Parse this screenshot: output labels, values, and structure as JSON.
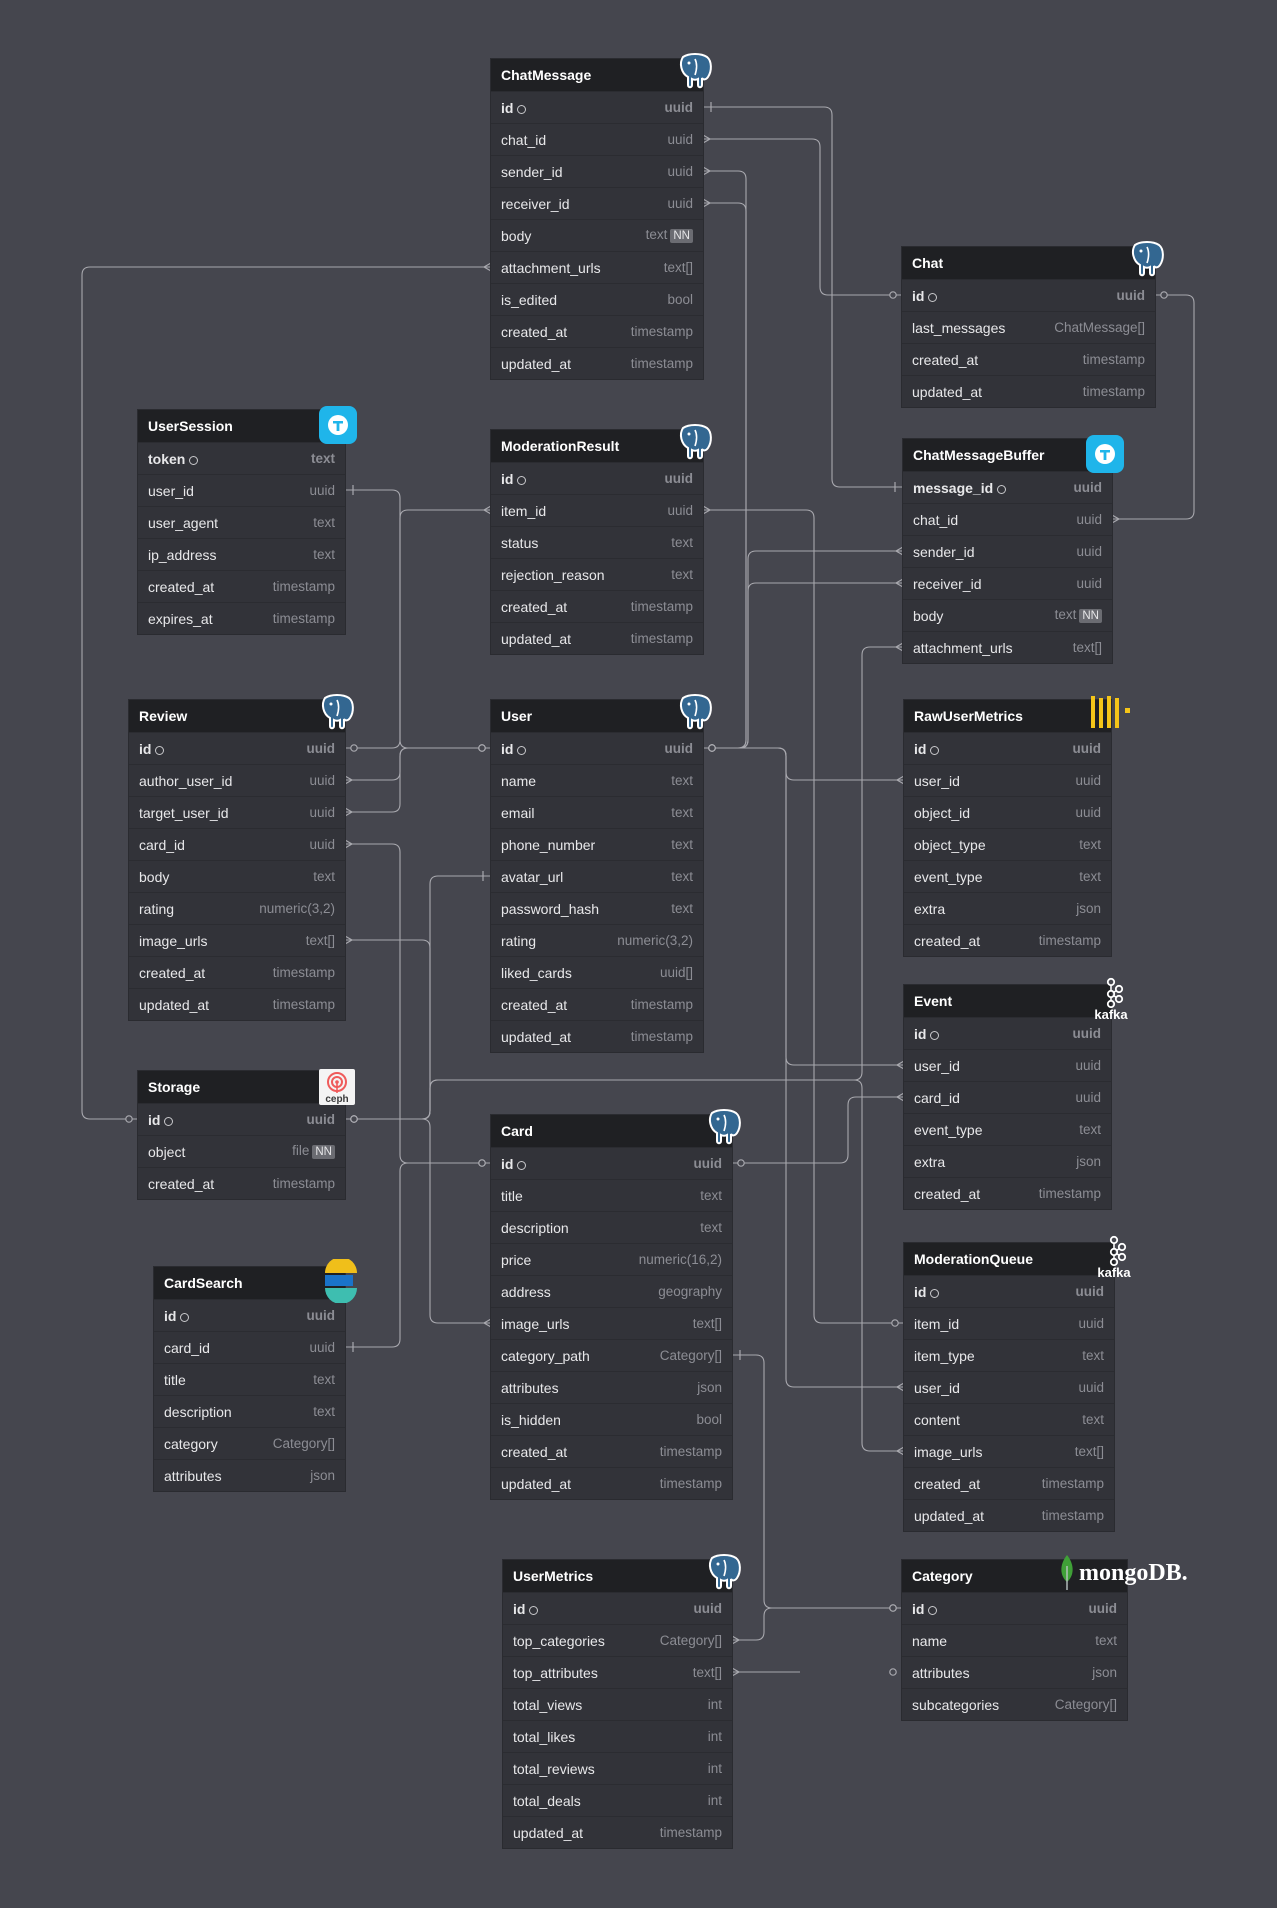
{
  "icons": {
    "postgres": "postgresql-elephant-icon",
    "tarantool": "tarantool-icon",
    "ceph": "ceph-icon",
    "kafka": "kafka-icon",
    "metrics": "yellow-bars-icon",
    "elastic": "elasticsearch-icon",
    "mongo": "mongodb-leaf-icon"
  },
  "colors": {
    "background": "#45464e",
    "table_body": "#323339",
    "table_header": "#1f2023",
    "wire": "#a8a8ae"
  },
  "logo_text": {
    "ceph": "ceph",
    "kafka": "kafka",
    "mongo": "mongoDB."
  },
  "tables": [
    {
      "name": "ChatMessage",
      "logo": "postgres",
      "fields": [
        {
          "name": "id",
          "type": "uuid",
          "pk": true
        },
        {
          "name": "chat_id",
          "type": "uuid"
        },
        {
          "name": "sender_id",
          "type": "uuid"
        },
        {
          "name": "receiver_id",
          "type": "uuid"
        },
        {
          "name": "body",
          "type": "text",
          "nn": "NN"
        },
        {
          "name": "attachment_urls",
          "type": "text[]"
        },
        {
          "name": "is_edited",
          "type": "bool"
        },
        {
          "name": "created_at",
          "type": "timestamp"
        },
        {
          "name": "updated_at",
          "type": "timestamp"
        }
      ]
    },
    {
      "name": "Chat",
      "logo": "postgres",
      "fields": [
        {
          "name": "id",
          "type": "uuid",
          "pk": true
        },
        {
          "name": "last_messages",
          "type": "ChatMessage[]"
        },
        {
          "name": "created_at",
          "type": "timestamp"
        },
        {
          "name": "updated_at",
          "type": "timestamp"
        }
      ]
    },
    {
      "name": "UserSession",
      "logo": "tarantool",
      "fields": [
        {
          "name": "token",
          "type": "text",
          "pk": true
        },
        {
          "name": "user_id",
          "type": "uuid"
        },
        {
          "name": "user_agent",
          "type": "text"
        },
        {
          "name": "ip_address",
          "type": "text"
        },
        {
          "name": "created_at",
          "type": "timestamp"
        },
        {
          "name": "expires_at",
          "type": "timestamp"
        }
      ]
    },
    {
      "name": "ModerationResult",
      "logo": "postgres",
      "fields": [
        {
          "name": "id",
          "type": "uuid",
          "pk": true
        },
        {
          "name": "item_id",
          "type": "uuid"
        },
        {
          "name": "status",
          "type": "text"
        },
        {
          "name": "rejection_reason",
          "type": "text"
        },
        {
          "name": "created_at",
          "type": "timestamp"
        },
        {
          "name": "updated_at",
          "type": "timestamp"
        }
      ]
    },
    {
      "name": "ChatMessageBuffer",
      "logo": "tarantool",
      "fields": [
        {
          "name": "message_id",
          "type": "uuid",
          "pk": true
        },
        {
          "name": "chat_id",
          "type": "uuid"
        },
        {
          "name": "sender_id",
          "type": "uuid"
        },
        {
          "name": "receiver_id",
          "type": "uuid"
        },
        {
          "name": "body",
          "type": "text",
          "nn": "NN"
        },
        {
          "name": "attachment_urls",
          "type": "text[]"
        }
      ]
    },
    {
      "name": "Review",
      "logo": "postgres",
      "fields": [
        {
          "name": "id",
          "type": "uuid",
          "pk": true
        },
        {
          "name": "author_user_id",
          "type": "uuid"
        },
        {
          "name": "target_user_id",
          "type": "uuid"
        },
        {
          "name": "card_id",
          "type": "uuid"
        },
        {
          "name": "body",
          "type": "text"
        },
        {
          "name": "rating",
          "type": "numeric(3,2)"
        },
        {
          "name": "image_urls",
          "type": "text[]"
        },
        {
          "name": "created_at",
          "type": "timestamp"
        },
        {
          "name": "updated_at",
          "type": "timestamp"
        }
      ]
    },
    {
      "name": "User",
      "logo": "postgres",
      "fields": [
        {
          "name": "id",
          "type": "uuid",
          "pk": true
        },
        {
          "name": "name",
          "type": "text"
        },
        {
          "name": "email",
          "type": "text"
        },
        {
          "name": "phone_number",
          "type": "text"
        },
        {
          "name": "avatar_url",
          "type": "text"
        },
        {
          "name": "password_hash",
          "type": "text"
        },
        {
          "name": "rating",
          "type": "numeric(3,2)"
        },
        {
          "name": "liked_cards",
          "type": "uuid[]"
        },
        {
          "name": "created_at",
          "type": "timestamp"
        },
        {
          "name": "updated_at",
          "type": "timestamp"
        }
      ]
    },
    {
      "name": "RawUserMetrics",
      "logo": "metrics",
      "fields": [
        {
          "name": "id",
          "type": "uuid",
          "pk": true
        },
        {
          "name": "user_id",
          "type": "uuid"
        },
        {
          "name": "object_id",
          "type": "uuid"
        },
        {
          "name": "object_type",
          "type": "text"
        },
        {
          "name": "event_type",
          "type": "text"
        },
        {
          "name": "extra",
          "type": "json"
        },
        {
          "name": "created_at",
          "type": "timestamp"
        }
      ]
    },
    {
      "name": "Event",
      "logo": "kafka",
      "fields": [
        {
          "name": "id",
          "type": "uuid",
          "pk": true
        },
        {
          "name": "user_id",
          "type": "uuid"
        },
        {
          "name": "card_id",
          "type": "uuid"
        },
        {
          "name": "event_type",
          "type": "text"
        },
        {
          "name": "extra",
          "type": "json"
        },
        {
          "name": "created_at",
          "type": "timestamp"
        }
      ]
    },
    {
      "name": "Storage",
      "logo": "ceph",
      "fields": [
        {
          "name": "id",
          "type": "uuid",
          "pk": true
        },
        {
          "name": "object",
          "type": "file",
          "nn": "NN"
        },
        {
          "name": "created_at",
          "type": "timestamp"
        }
      ]
    },
    {
      "name": "Card",
      "logo": "postgres",
      "fields": [
        {
          "name": "id",
          "type": "uuid",
          "pk": true
        },
        {
          "name": "title",
          "type": "text"
        },
        {
          "name": "description",
          "type": "text"
        },
        {
          "name": "price",
          "type": "numeric(16,2)"
        },
        {
          "name": "address",
          "type": "geography"
        },
        {
          "name": "image_urls",
          "type": "text[]"
        },
        {
          "name": "category_path",
          "type": "Category[]"
        },
        {
          "name": "attributes",
          "type": "json"
        },
        {
          "name": "is_hidden",
          "type": "bool"
        },
        {
          "name": "created_at",
          "type": "timestamp"
        },
        {
          "name": "updated_at",
          "type": "timestamp"
        }
      ]
    },
    {
      "name": "CardSearch",
      "logo": "elastic",
      "fields": [
        {
          "name": "id",
          "type": "uuid",
          "pk": true
        },
        {
          "name": "card_id",
          "type": "uuid"
        },
        {
          "name": "title",
          "type": "text"
        },
        {
          "name": "description",
          "type": "text"
        },
        {
          "name": "category",
          "type": "Category[]"
        },
        {
          "name": "attributes",
          "type": "json"
        }
      ]
    },
    {
      "name": "ModerationQueue",
      "logo": "kafka",
      "fields": [
        {
          "name": "id",
          "type": "uuid",
          "pk": true
        },
        {
          "name": "item_id",
          "type": "uuid"
        },
        {
          "name": "item_type",
          "type": "text"
        },
        {
          "name": "user_id",
          "type": "uuid"
        },
        {
          "name": "content",
          "type": "text"
        },
        {
          "name": "image_urls",
          "type": "text[]"
        },
        {
          "name": "created_at",
          "type": "timestamp"
        },
        {
          "name": "updated_at",
          "type": "timestamp"
        }
      ]
    },
    {
      "name": "UserMetrics",
      "logo": "postgres",
      "fields": [
        {
          "name": "id",
          "type": "uuid",
          "pk": true
        },
        {
          "name": "top_categories",
          "type": "Category[]"
        },
        {
          "name": "top_attributes",
          "type": "text[]"
        },
        {
          "name": "total_views",
          "type": "int"
        },
        {
          "name": "total_likes",
          "type": "int"
        },
        {
          "name": "total_reviews",
          "type": "int"
        },
        {
          "name": "total_deals",
          "type": "int"
        },
        {
          "name": "updated_at",
          "type": "timestamp"
        }
      ]
    },
    {
      "name": "Category",
      "logo": "mongo",
      "fields": [
        {
          "name": "id",
          "type": "uuid",
          "pk": true
        },
        {
          "name": "name",
          "type": "text"
        },
        {
          "name": "attributes",
          "type": "json"
        },
        {
          "name": "subcategories",
          "type": "Category[]"
        }
      ]
    }
  ]
}
